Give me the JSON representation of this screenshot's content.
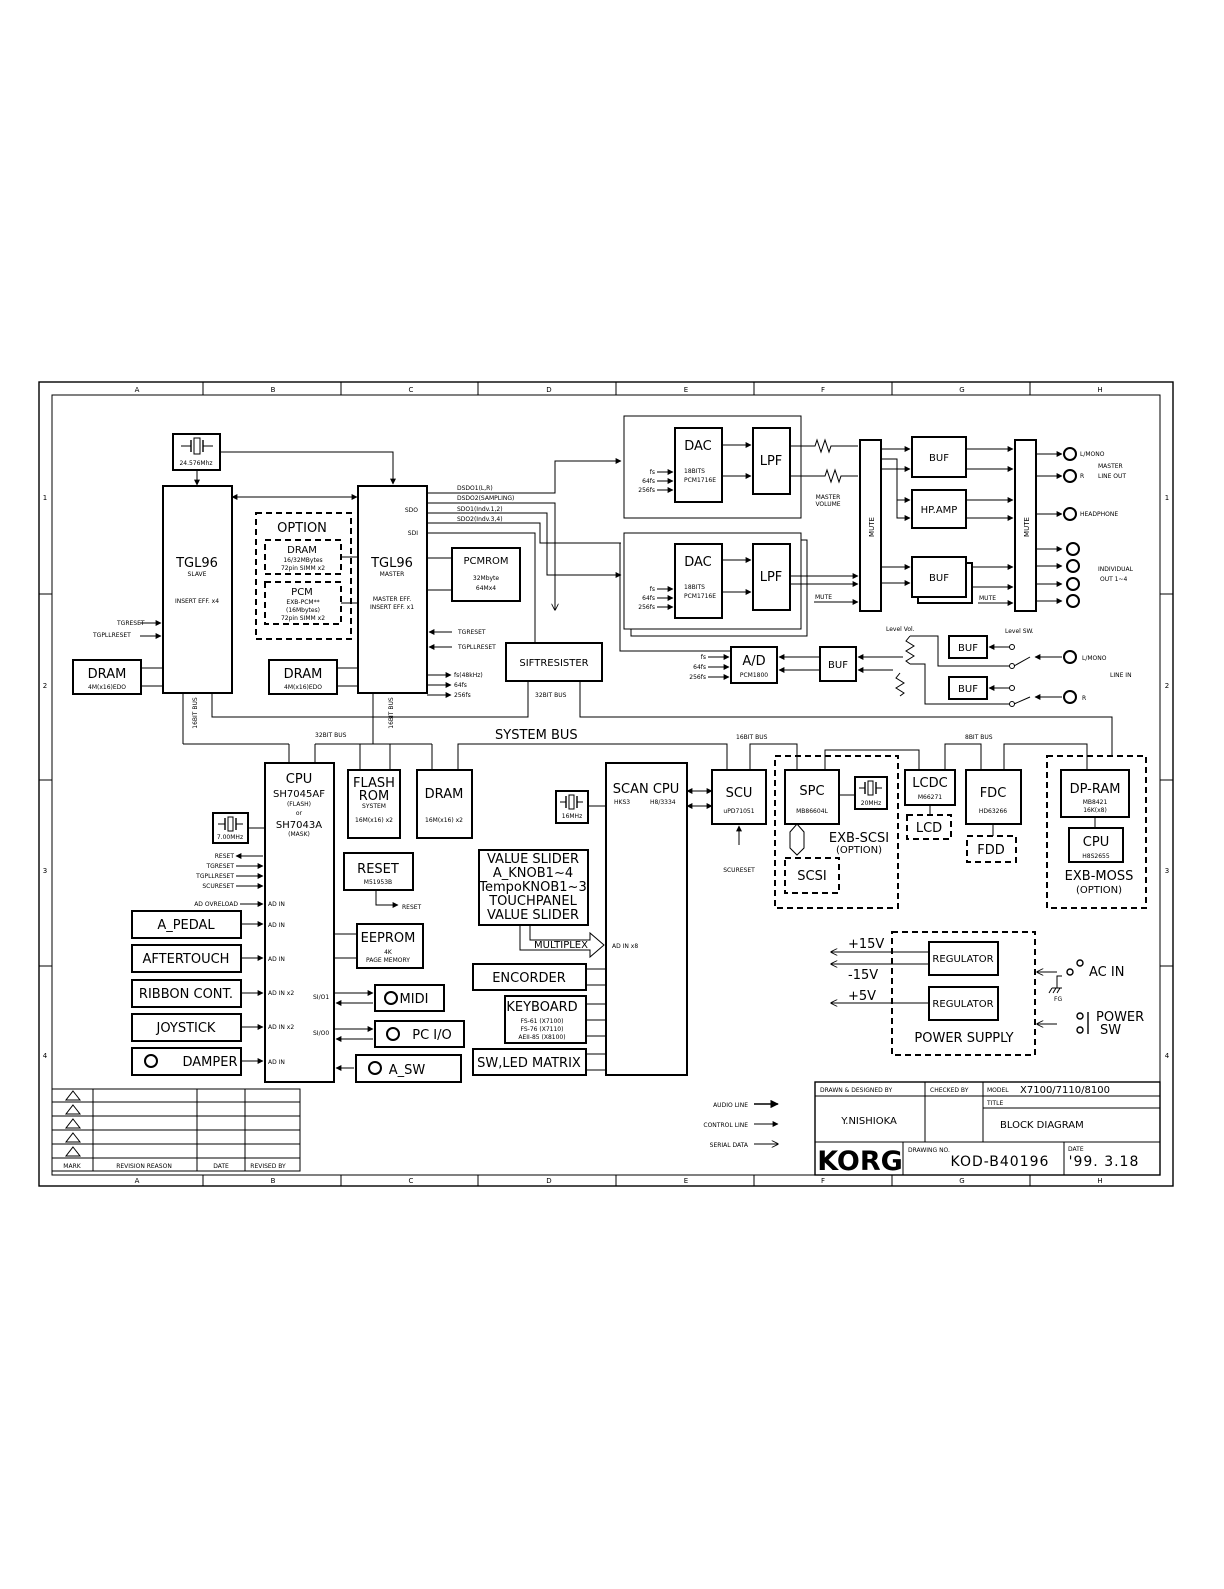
{
  "grid": {
    "columns": [
      "A",
      "B",
      "C",
      "D",
      "E",
      "F",
      "G",
      "H"
    ],
    "rows": [
      "1",
      "2",
      "3",
      "4"
    ]
  },
  "blocks": {
    "xtal_24": "24.576Mhz",
    "tgl96_slave": {
      "title": "TGL96",
      "sub": "SLAVE",
      "note": "INSERT EFF. x4"
    },
    "tgreset_left": "TGRESET",
    "tgplreset_left": "TGPLLRESET",
    "dram_slave": {
      "title": "DRAM",
      "sub": "4M(x16)EDO"
    },
    "option": {
      "title": "OPTION"
    },
    "opt_dram": {
      "title": "DRAM",
      "l1": "16/32MBytes",
      "l2": "72pin SIMM x2"
    },
    "opt_pcm": {
      "title": "PCM",
      "l1": "EXB-PCM**",
      "l2": "(16Mbytes)",
      "l3": "72pin SIMM x2"
    },
    "tgl96_master": {
      "title": "TGL96",
      "sub": "MASTER",
      "n1": "MASTER EFF.",
      "n2": "INSERT EFF. x1",
      "sdo": "SDO",
      "sdi": "SDI"
    },
    "dram_master": {
      "title": "DRAM",
      "sub": "4M(x16)EDO"
    },
    "pcmrom": {
      "title": "PCMROM",
      "l1": "32Mbyte",
      "l2": "64Mx4"
    },
    "master_sigs": [
      "DSDO1(L,R)",
      "DSDO2(SAMPLING)",
      "SDO1(Indv.1,2)",
      "SDO2(Indv.3,4)"
    ],
    "tgreset_right": "TGRESET",
    "tgplreset_right": "TGPLLRESET",
    "fs_list": [
      "fs(48kHz)",
      "64fs",
      "256fs"
    ],
    "siftresister": "SIFTRESISTER",
    "bus_32_shift": "32BIT BUS",
    "dac1": {
      "title": "DAC",
      "l1": "18BITS",
      "l2": "PCM1716E",
      "in": [
        "fs",
        "64fs",
        "256fs"
      ]
    },
    "lpf1": "LPF",
    "dac2": {
      "title": "DAC",
      "l1": "18BITS",
      "l2": "PCM1716E",
      "in": [
        "fs",
        "64fs",
        "256fs"
      ]
    },
    "lpf2": "LPF",
    "master_volume": [
      "MASTER",
      "VOLUME"
    ],
    "mute_label": "MUTE",
    "mute_box1": "MUTE",
    "mute_box2": "MUTE",
    "buf1": "BUF",
    "hpamp": "HP.AMP",
    "buf2": "BUF",
    "out_lmono": "L/MONO",
    "out_r": "R",
    "master_line_out": [
      "MASTER",
      "LINE OUT"
    ],
    "headphone": "HEADPHONE",
    "individual_out": [
      "INDIVIDUAL",
      "OUT 1~4"
    ],
    "mute_small": "MUTE",
    "ad": {
      "title": "A/D",
      "sub": "PCM1800",
      "in": [
        "fs",
        "64fs",
        "256fs"
      ]
    },
    "buf_ad": "BUF",
    "level_vol": "Level Vol.",
    "level_sw": "Level SW.",
    "buf_in1": "BUF",
    "buf_in2": "BUF",
    "in_lmono": "L/MONO",
    "line_in": "LINE IN",
    "in_r": "R",
    "bus_16_slave": "16BIT BUS",
    "bus_16_master": "16BIT BUS",
    "bus_32": "32BIT BUS",
    "system_bus": "SYSTEM BUS",
    "bus_16_scu": "16BIT BUS",
    "bus_8": "8BIT BUS",
    "cpu": {
      "title": "CPU",
      "l1": "SH7045AF",
      "l2": "(FLASH)",
      "l3": "or",
      "l4": "SH7043A",
      "l5": "(MASK)",
      "sio1": "SI/O1",
      "sio0": "SI/O0"
    },
    "xtal_7": "7.00MHz",
    "cpu_sigs": [
      "RESET",
      "TGRESET",
      "TGPLLRESET",
      "SCURESET"
    ],
    "ad_ovreload": "AD OVRELOAD",
    "adin_labels": [
      "AD IN",
      "AD IN",
      "AD IN",
      "AD IN x2",
      "AD IN x2",
      "AD IN"
    ],
    "flash": {
      "t1": "FLASH",
      "t2": "ROM",
      "sub": "SYSTEM",
      "l1": "16M(x16) x2"
    },
    "dram_sys": {
      "title": "DRAM",
      "l1": "16M(x16) x2"
    },
    "reset": {
      "title": "RESET",
      "sub": "M51953B",
      "out": "RESET"
    },
    "eeprom": {
      "title": "EEPROM",
      "l1": "4K",
      "l2": "PAGE MEMORY"
    },
    "midi": "MIDI",
    "pcio": "PC I/O",
    "asw": "A_SW",
    "a_pedal": "A_PEDAL",
    "aftertouch": "AFTERTOUCH",
    "ribbon": "RIBBON CONT.",
    "joystick": "JOYSTICK",
    "damper": "DAMPER",
    "value_panel": [
      "VALUE SLIDER",
      "A_KNOB1~4",
      "TempoKNOB1~3",
      "TOUCHPANEL",
      "VALUE SLIDER"
    ],
    "multiplex": "MULTIPLEX",
    "encorder": "ENCORDER",
    "keyboard": {
      "title": "KEYBOARD",
      "l1": "FS-61 (X7100)",
      "l2": "FS-76 (X7110)",
      "l3": "AEII-85 (X8100)"
    },
    "swled": "SW,LED MATRIX",
    "scan_cpu": {
      "title": "SCAN CPU",
      "l1": "HKS3",
      "l2": "H8/3334",
      "adin": "AD IN x8"
    },
    "xtal_16": "16MHz",
    "scu": {
      "title": "SCU",
      "sub": "uPD71051",
      "reset": "SCURESET"
    },
    "spc": {
      "title": "SPC",
      "sub": "MB86604L"
    },
    "xtal_20": "20MHz",
    "exb_scsi": [
      "EXB-SCSI",
      "(OPTION)"
    ],
    "scsi": "SCSI",
    "lcdc": {
      "title": "LCDC",
      "sub": "M66271"
    },
    "lcd": "LCD",
    "fdc": {
      "title": "FDC",
      "sub": "HD63266"
    },
    "fdd": "FDD",
    "dpram": {
      "title": "DP-RAM",
      "l1": "MB8421",
      "l2": "16K(x8)"
    },
    "cpu_moss": {
      "title": "CPU",
      "sub": "H8S2655"
    },
    "exb_moss": [
      "EXB-MOSS",
      "(OPTION)"
    ],
    "v15p": "+15V",
    "v15n": "-15V",
    "v5": "+5V",
    "regulator1": "REGULATOR",
    "regulator2": "REGULATOR",
    "power_supply": "POWER SUPPLY",
    "ac_in": "AC IN",
    "fg": "FG",
    "power_sw": [
      "POWER",
      "SW"
    ]
  },
  "legend": [
    "AUDIO LINE",
    "CONTROL LINE",
    "SERIAL DATA"
  ],
  "title_block": {
    "drawn_label": "DRAWN & DESIGNED BY",
    "drawn_value": "Y.NISHIOKA",
    "checked_label": "CHECKED BY",
    "model_label": "MODEL",
    "model_value": "X7100/7110/8100",
    "title_label": "TITLE",
    "title_value": "BLOCK DIAGRAM",
    "logo": "KORG",
    "drawing_label": "DRAWING NO.",
    "drawing_value": "KOD-B40196",
    "date_label": "DATE",
    "date_value": "'99. 3.18"
  },
  "revision_table": {
    "headers": [
      "MARK",
      "REVISION REASON",
      "DATE",
      "REVISED BY"
    ]
  }
}
